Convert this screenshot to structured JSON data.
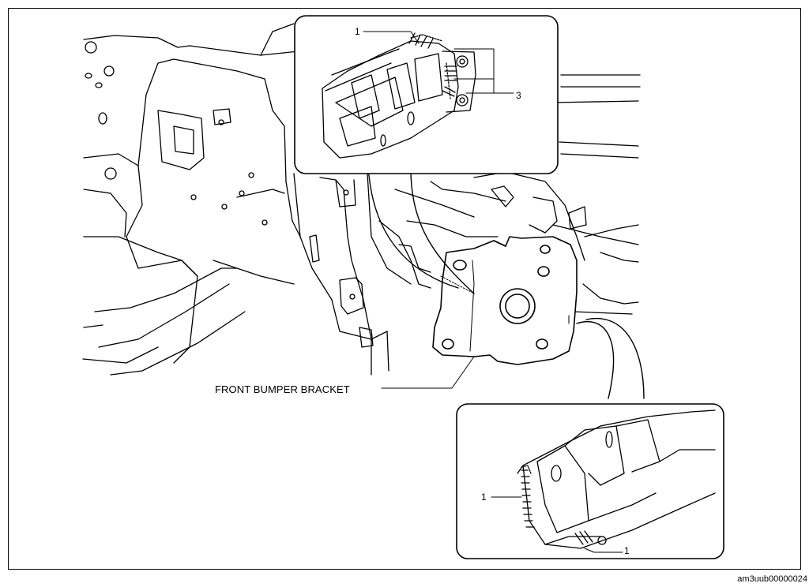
{
  "figure": {
    "main_label": "FRONT BUMPER BRACKET",
    "image_code": "am3uub00000024",
    "callout_top": {
      "part_1": "1",
      "part_3": "3"
    },
    "callout_bottom": {
      "part_1_left": "1",
      "part_1_bottom": "1"
    }
  },
  "colors": {
    "ink": "#000000",
    "background": "#ffffff"
  }
}
